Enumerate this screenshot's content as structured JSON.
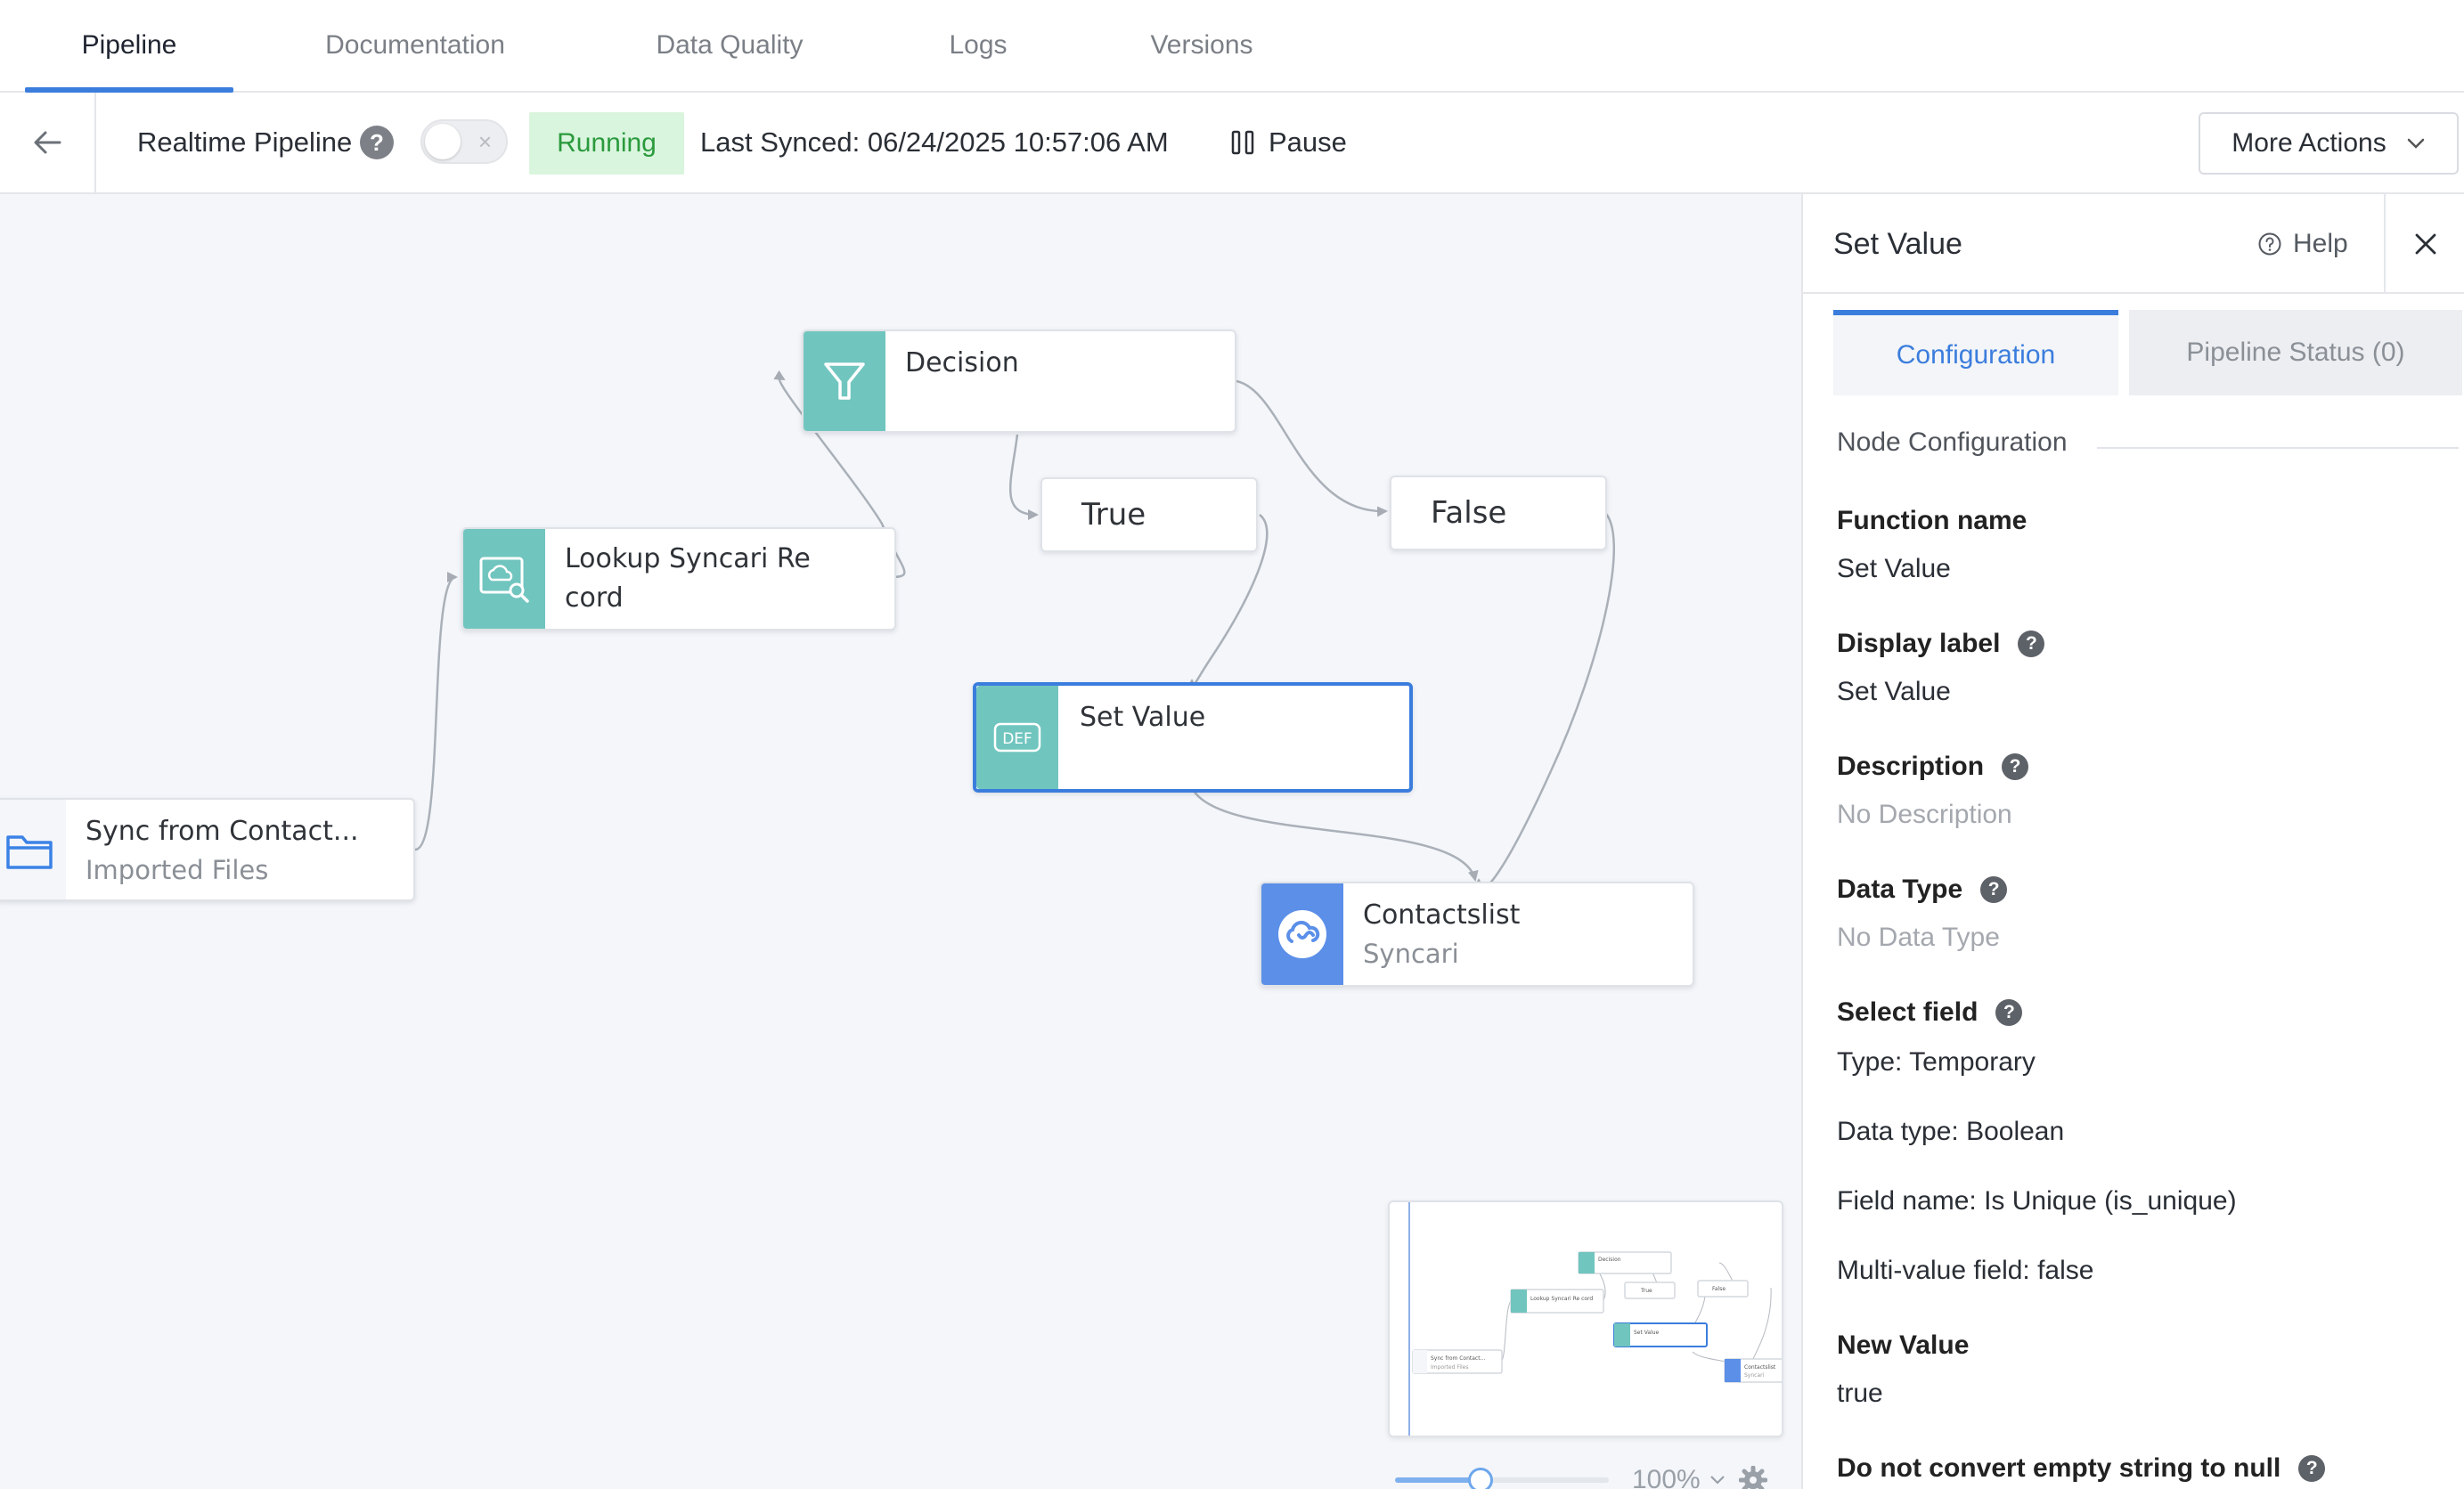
{
  "tabs": [
    {
      "label": "Pipeline",
      "active": true
    },
    {
      "label": "Documentation",
      "active": false
    },
    {
      "label": "Data Quality",
      "active": false
    },
    {
      "label": "Logs",
      "active": false
    },
    {
      "label": "Versions",
      "active": false
    }
  ],
  "toolbar": {
    "pipeline_mode_label": "Realtime Pipeline",
    "help_glyph": "?",
    "toggle_off_glyph": "×",
    "status": "Running",
    "last_synced": "Last Synced: 06/24/2025 10:57:06 AM",
    "pause_label": "Pause",
    "more_actions_label": "More Actions",
    "status_color": "#2b9a3d",
    "accent_color": "#3b7ddd"
  },
  "canvas": {
    "nodes": {
      "source": {
        "title": "Sync from Contact...",
        "subtitle": "Imported Files",
        "icon": "folder-icon"
      },
      "lookup": {
        "title_line1": "Lookup Syncari Re",
        "title_line2": "cord",
        "icon": "cloud-search-icon"
      },
      "decision": {
        "title": "Decision",
        "icon": "funnel-icon"
      },
      "true_branch": {
        "label": "True"
      },
      "false_branch": {
        "label": "False"
      },
      "set_value": {
        "title": "Set Value",
        "icon_text": "DEF",
        "icon": "def-icon"
      },
      "destination": {
        "title": "Contactslist",
        "subtitle": "Syncari",
        "icon": "syncari-cloud-icon"
      }
    },
    "minimap": {
      "decision": "Decision",
      "true": "True",
      "false": "False",
      "lookup": "Lookup Syncari Re cord",
      "set_value": "Set Value",
      "source": "Sync from Contact...",
      "source_sub": "Imported Files",
      "dest": "Contactslist",
      "dest_sub": "Syncari"
    },
    "zoom": {
      "level_text": "100%",
      "slider_fraction": 0.4
    }
  },
  "panel": {
    "title": "Set Value",
    "help_label": "Help",
    "tabs": {
      "configuration": "Configuration",
      "status": "Pipeline Status (0)"
    },
    "section_heading": "Node Configuration",
    "fields": {
      "function_name_label": "Function name",
      "function_name_value": "Set Value",
      "display_label_label": "Display label",
      "display_label_value": "Set Value",
      "description_label": "Description",
      "description_value": "No Description",
      "data_type_label": "Data Type",
      "data_type_value": "No Data Type",
      "select_field_label": "Select field",
      "select_field_type": "Type: Temporary",
      "select_field_data_type": "Data type: Boolean",
      "select_field_name": "Field name: Is Unique (is_unique)",
      "select_field_multi": "Multi-value field: false",
      "new_value_label": "New Value",
      "new_value_value": "true",
      "empty_to_null_label": "Do not convert empty string to null"
    },
    "help_glyph": "?"
  }
}
